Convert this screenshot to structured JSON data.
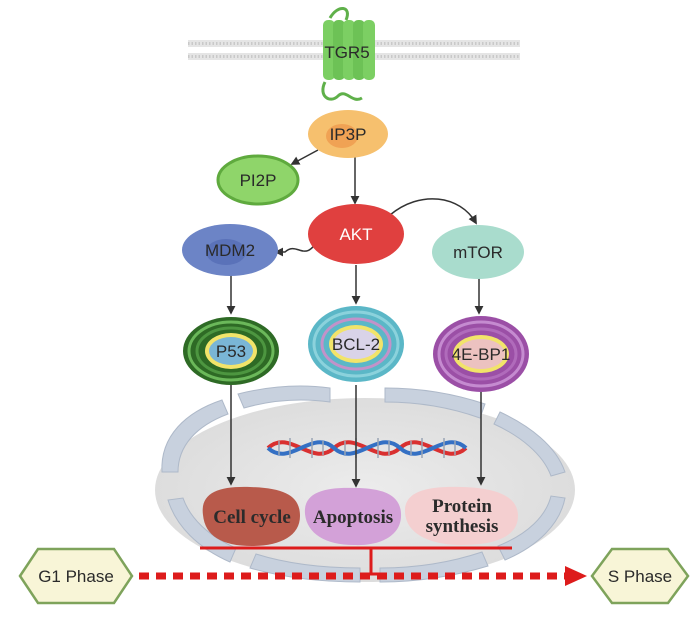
{
  "receptor": {
    "label": "TGR5"
  },
  "nodes": {
    "ip3p": "IP3P",
    "pi2p": "PI2P",
    "akt": "AKT",
    "mdm2": "MDM2",
    "mtor": "mTOR",
    "p53": "P53",
    "bcl2": "BCL-2",
    "eb4p1": "4E-BP1"
  },
  "outcomes": {
    "cell_cycle": "Cell cycle",
    "apoptosis": "Apoptosis",
    "protein_line1": "Protein",
    "protein_line2": "synthesis"
  },
  "phases": {
    "g1": "G1 Phase",
    "s": "S Phase"
  },
  "colors": {
    "receptor": "#7ccf63",
    "ip3p": "#f6c06e",
    "pi2p": "#8fd56a",
    "akt": "#e0403f",
    "mdm2": "#6c84c6",
    "mtor": "#a9dccd",
    "p53_ring": "#3d7a2e",
    "bcl2_ring": "#5bb7c7",
    "eb4p1_ring": "#9b4fa6",
    "cell_cycle": "#b85a4b",
    "apoptosis": "#d3a1d8",
    "protein_synthesis": "#f4cfd0",
    "inhibition": "#dd1b1b",
    "phase_box": "#f8f5d7"
  }
}
